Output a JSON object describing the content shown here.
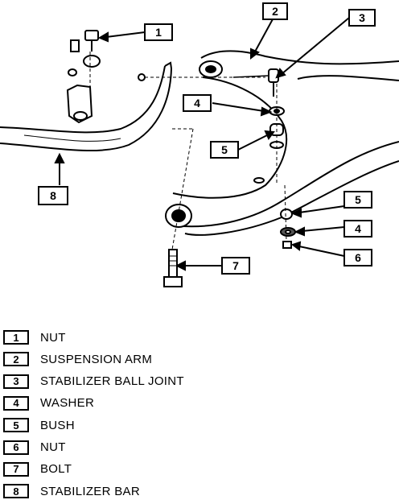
{
  "callouts": [
    {
      "num": "1"
    },
    {
      "num": "2"
    },
    {
      "num": "3"
    },
    {
      "num": "4"
    },
    {
      "num": "5"
    },
    {
      "num": "8"
    },
    {
      "num": "5"
    },
    {
      "num": "4"
    },
    {
      "num": "6"
    },
    {
      "num": "7"
    }
  ],
  "legend": [
    {
      "num": "1",
      "label": "NUT"
    },
    {
      "num": "2",
      "label": "SUSPENSION ARM"
    },
    {
      "num": "3",
      "label": "STABILIZER BALL JOINT"
    },
    {
      "num": "4",
      "label": "WASHER"
    },
    {
      "num": "5",
      "label": "BUSH"
    },
    {
      "num": "6",
      "label": "NUT"
    },
    {
      "num": "7",
      "label": "BOLT"
    },
    {
      "num": "8",
      "label": "STABILIZER BAR"
    }
  ]
}
